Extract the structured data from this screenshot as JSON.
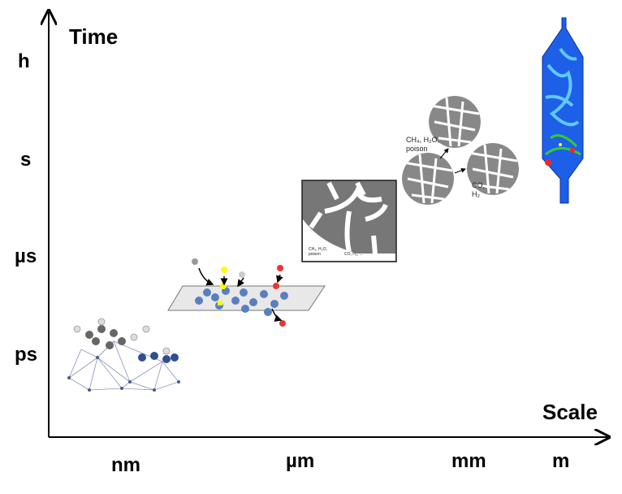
{
  "y_axis": {
    "title": "Time",
    "ticks": [
      "h",
      "s",
      "µs",
      "ps"
    ]
  },
  "x_axis": {
    "title": "Scale",
    "ticks": [
      "nm",
      "µm",
      "mm",
      "m"
    ]
  },
  "pore": {
    "inlet_label": "CH₄, H₂O, poison",
    "outlet_label": "CO, H₂, ..."
  },
  "particles": {
    "inlet_label": "CH₄, H₂O, poison",
    "outlet_label": "CO, H₂"
  }
}
